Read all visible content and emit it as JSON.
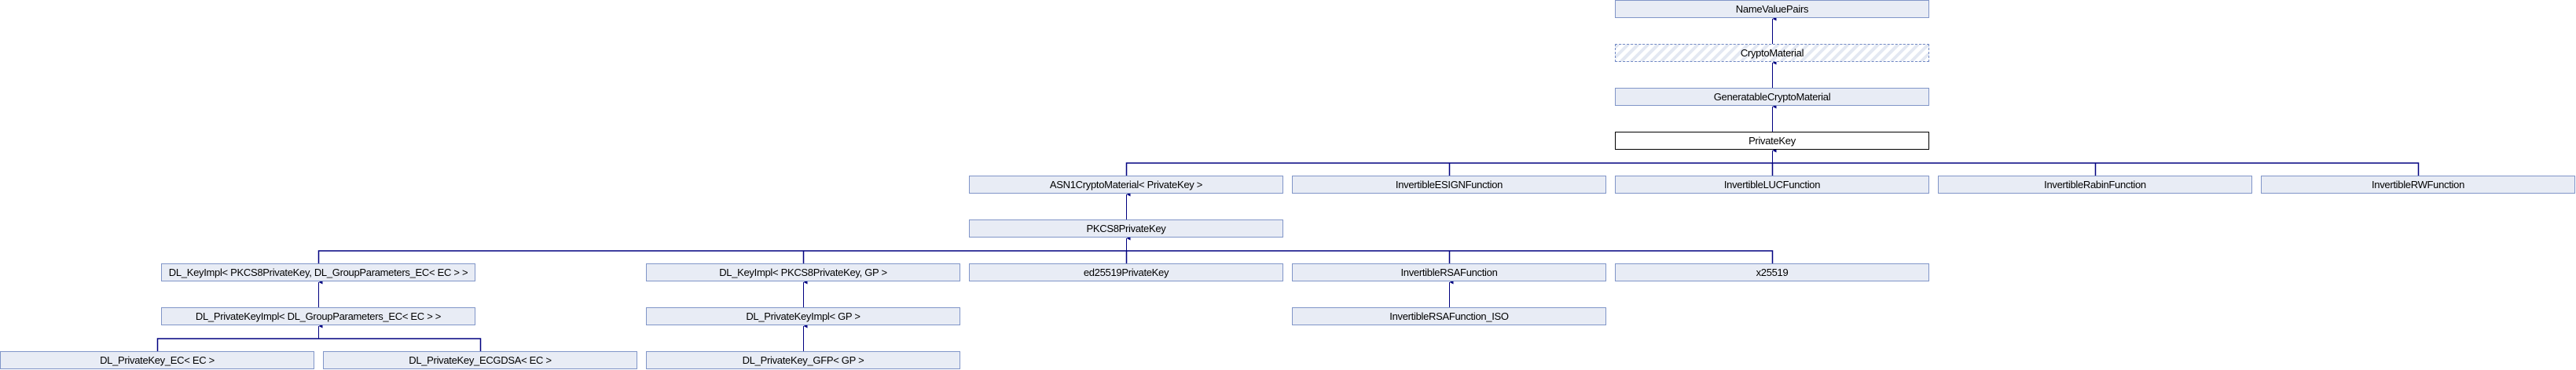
{
  "diagram": {
    "type": "class inheritance diagram",
    "nodes": {
      "namevaluepairs": "NameValuePairs",
      "cryptomaterial": "CryptoMaterial",
      "generatable": "GeneratableCryptoMaterial",
      "privatekey": "PrivateKey",
      "asn1": "ASN1CryptoMaterial< PrivateKey >",
      "esign": "InvertibleESIGNFunction",
      "luc": "InvertibleLUCFunction",
      "rabin": "InvertibleRabinFunction",
      "rw": "InvertibleRWFunction",
      "pkcs8": "PKCS8PrivateKey",
      "keyimpl_ec": "DL_KeyImpl< PKCS8PrivateKey, DL_GroupParameters_EC< EC > >",
      "keyimpl_gp": "DL_KeyImpl< PKCS8PrivateKey, GP >",
      "ed25519": "ed25519PrivateKey",
      "rsa": "InvertibleRSAFunction",
      "x25519": "x25519",
      "pkimpl_ec": "DL_PrivateKeyImpl< DL_GroupParameters_EC< EC > >",
      "pkimpl_gp": "DL_PrivateKeyImpl< GP >",
      "rsa_iso": "InvertibleRSAFunction_ISO",
      "pk_ec": "DL_PrivateKey_EC< EC >",
      "pk_ecgdsa": "DL_PrivateKey_ECGDSA< EC >",
      "pk_gfp": "DL_PrivateKey_GFP< GP >"
    },
    "colors": {
      "node_fill": "#e8ecf5",
      "node_border": "#8095c8",
      "edge": "#000080",
      "current_border": "#000000"
    }
  }
}
